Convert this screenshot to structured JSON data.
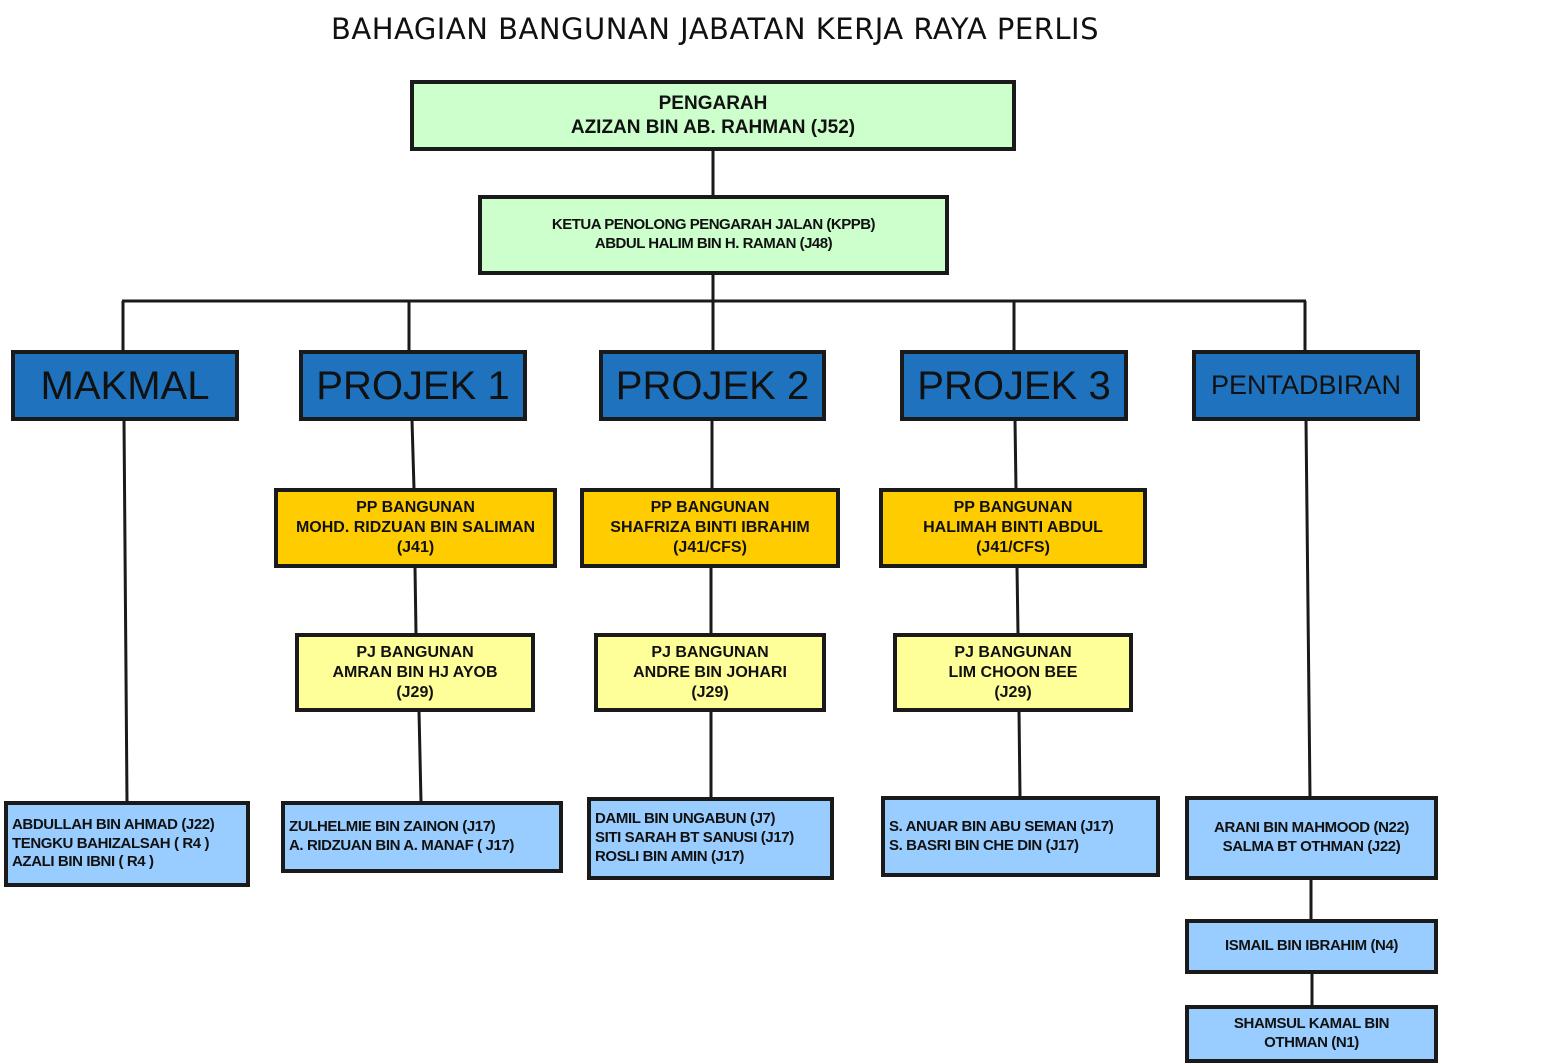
{
  "title": "BAHAGIAN BANGUNAN  JABATAN KERJA RAYA PERLIS",
  "pengarah": {
    "role": "PENGARAH",
    "name": "AZIZAN BIN AB. RAHMAN (J52)"
  },
  "kppb": {
    "role": "KETUA PENOLONG PENGARAH JALAN (KPPB)",
    "name": "ABDUL HALIM BIN H. RAMAN (J48)"
  },
  "departments": {
    "makmal": "MAKMAL",
    "projek1": "PROJEK 1",
    "projek2": "PROJEK 2",
    "projek3": "PROJEK 3",
    "pentadbiran": "PENTADBIRAN"
  },
  "pp": {
    "projek1": [
      "PP  BANGUNAN",
      "MOHD. RIDZUAN BIN SALIMAN",
      "(J41)"
    ],
    "projek2": [
      "PP  BANGUNAN",
      "SHAFRIZA BINTI IBRAHIM",
      "(J41/CFS)"
    ],
    "projek3": [
      "PP BANGUNAN",
      "HALIMAH BINTI ABDUL",
      "(J41/CFS)"
    ]
  },
  "pj": {
    "projek1": [
      "PJ  BANGUNAN",
      "AMRAN BIN HJ AYOB",
      "(J29)"
    ],
    "projek2": [
      "PJ  BANGUNAN",
      "ANDRE BIN JOHARI",
      "(J29)"
    ],
    "projek3": [
      "PJ  BANGUNAN",
      "LIM CHOON BEE",
      "(J29)"
    ]
  },
  "staff": {
    "makmal": [
      "ABDULLAH BIN AHMAD (J22)",
      "TENGKU BAHIZALSAH  ( R4 )",
      "AZALI BIN IBNI ( R4 )"
    ],
    "projek1": [
      "ZULHELMIE BIN ZAINON (J17)",
      "A. RIDZUAN BIN A. MANAF  ( J17)"
    ],
    "projek2": [
      "DAMIL BIN UNGABUN (J7)",
      "SITI SARAH BT SANUSI (J17)",
      "ROSLI BIN AMIN (J17)"
    ],
    "projek3": [
      "S. ANUAR BIN ABU SEMAN (J17)",
      "S. BASRI BIN CHE DIN (J17)"
    ],
    "pentadbiran": [
      "ARANI BIN MAHMOOD (N22)",
      "SALMA BT OTHMAN (J22)"
    ],
    "pentadbiran2": [
      "ISMAIL BIN IBRAHIM (N4)"
    ],
    "pentadbiran3": [
      "SHAMSUL KAMAL BIN",
      "OTHMAN (N1)"
    ]
  },
  "colors": {
    "green": "#ccffcc",
    "dept_blue": "#1f73be",
    "orange": "#ffcc00",
    "yellow": "#ffff99",
    "light_blue": "#99ccff"
  }
}
